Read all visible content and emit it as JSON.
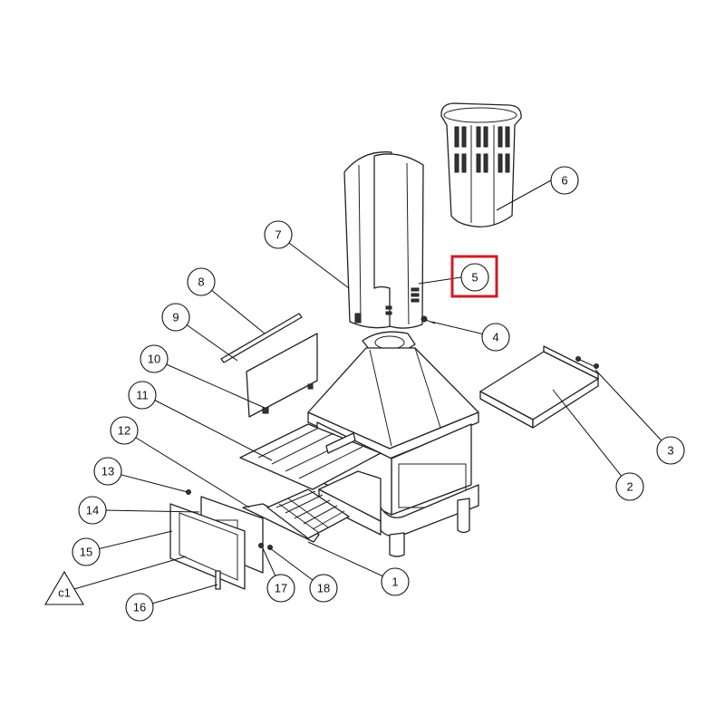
{
  "callouts": [
    "1",
    "2",
    "3",
    "4",
    "5",
    "6",
    "7",
    "8",
    "9",
    "10",
    "11",
    "12",
    "13",
    "14",
    "15",
    "16",
    "17",
    "18"
  ],
  "reference_marker": "c1",
  "highlighted_callout": "5",
  "colors": {
    "highlight": "#d01c24",
    "line": "#222222"
  }
}
